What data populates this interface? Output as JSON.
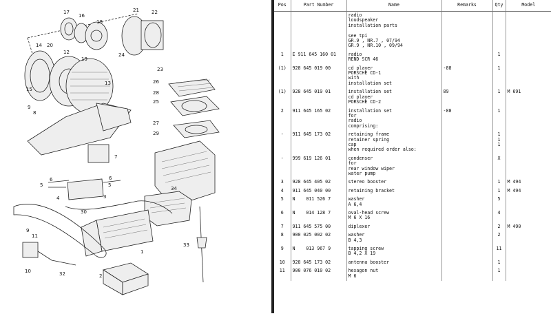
{
  "table": {
    "headers": [
      "Pos",
      "Part Number",
      "Name",
      "Remarks",
      "Qty",
      "Model"
    ],
    "rows": [
      {
        "pos": "",
        "part": "",
        "name": "radio\nloudspeaker\ninstallation parts\n\nsee tpi\nGR.9 , NR.7 , 07/94\nGR.9 , NR.10 , 09/94",
        "remarks": "",
        "qty": "",
        "model": ""
      },
      {
        "pos": "1",
        "part": "E 911 645 160 01",
        "name": "radio\nREND SCR 46",
        "remarks": "",
        "qty": "1",
        "model": ""
      },
      {
        "pos": "(1)",
        "part": "928 645 019 00",
        "name": "cd player\nPORSCHE CD-1\nwith\ninstallation set",
        "remarks": "-88",
        "qty": "1",
        "model": ""
      },
      {
        "pos": "(1)",
        "part": "928 645 019 01",
        "name": "installation set\ncd player\nPORSCHE CD-2",
        "remarks": "89",
        "qty": "1",
        "model": "M 691"
      },
      {
        "pos": "2",
        "part": "911 645 165 02",
        "name": "installation set\nfor\nradio\ncomprising:",
        "remarks": "-88",
        "qty": "1",
        "model": ""
      },
      {
        "pos": "-",
        "part": "911 645 173 02",
        "name": "retaining frame\nretainer spring\ncap\nwhen required order also:",
        "remarks": "",
        "qty": "1\n1\n1",
        "model": ""
      },
      {
        "pos": "-",
        "part": "999 619 126 01",
        "name": "condenser\nfor\nrear window wiper\nwater pump",
        "remarks": "",
        "qty": "X",
        "model": ""
      },
      {
        "pos": "3",
        "part": "928 645 405 02",
        "name": "stereo booster",
        "remarks": "",
        "qty": "1",
        "model": "M 494"
      },
      {
        "pos": "4",
        "part": "911 645 040 00",
        "name": "retaining bracket",
        "remarks": "",
        "qty": "1",
        "model": "M 494"
      },
      {
        "pos": "5",
        "part": "N    011 526 7",
        "name": "washer\nA 6,4",
        "remarks": "",
        "qty": "5",
        "model": ""
      },
      {
        "pos": "6",
        "part": "N    014 128 7",
        "name": "oval-head screw\nM 6 X 16",
        "remarks": "",
        "qty": "4",
        "model": ""
      },
      {
        "pos": "7",
        "part": "911 645 575 00",
        "name": "diplexer",
        "remarks": "",
        "qty": "2",
        "model": "M 490"
      },
      {
        "pos": "8",
        "part": "900 025 002 02",
        "name": "washer\nB 4,3",
        "remarks": "",
        "qty": "2",
        "model": ""
      },
      {
        "pos": "9",
        "part": "N    013 967 9",
        "name": "tapping screw\nB 4,2 X 19",
        "remarks": "",
        "qty": "11",
        "model": ""
      },
      {
        "pos": "10",
        "part": "928 645 173 02",
        "name": "antenna booster",
        "remarks": "",
        "qty": "1",
        "model": ""
      },
      {
        "pos": "11",
        "part": "900 076 010 02",
        "name": "hexagon nut\nM 6",
        "remarks": "",
        "qty": "1",
        "model": ""
      }
    ]
  },
  "diagram": {
    "callouts": [
      "17",
      "16",
      "18",
      "20",
      "19",
      "14",
      "12",
      "15",
      "13",
      "9",
      "8",
      "21",
      "22",
      "24",
      "23",
      "26",
      "28",
      "25",
      "27",
      "29",
      "7",
      "6",
      "5",
      "5",
      "6",
      "4",
      "30",
      "34",
      "33",
      "1",
      "2",
      "9",
      "11",
      "10",
      "32",
      "3"
    ]
  }
}
